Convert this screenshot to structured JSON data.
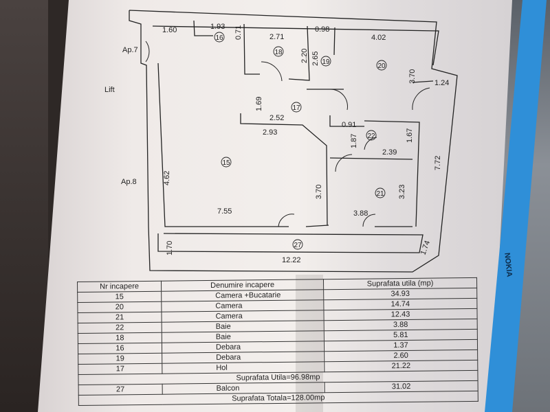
{
  "plan": {
    "external_labels": {
      "ap7": "Ap.7",
      "lift": "Lift",
      "ap8": "Ap.8"
    },
    "dimensions": [
      "1.60",
      "1.93",
      "0.71",
      "2.71",
      "2.20",
      "0.98",
      "2.65",
      "4.02",
      "3.70",
      "1.24",
      "1.69",
      "2.52",
      "2.93",
      "0.91",
      "1.87",
      "1.67",
      "2.39",
      "4.62",
      "3.70",
      "3.23",
      "7.72",
      "7.55",
      "3.88",
      "1.70",
      "12.22",
      "1.74"
    ],
    "room_numbers": [
      "16",
      "18",
      "19",
      "20",
      "17",
      "22",
      "15",
      "21",
      "27"
    ]
  },
  "table": {
    "headers": [
      "Nr incapere",
      "Denumire incapere",
      "Suprafata utila (mp)"
    ],
    "rows": [
      [
        "15",
        "Camera +Bucatarie",
        "34.93"
      ],
      [
        "20",
        "Camera",
        "14.74"
      ],
      [
        "21",
        "Camera",
        "12.43"
      ],
      [
        "22",
        "Baie",
        "3.88"
      ],
      [
        "18",
        "Baie",
        "5.81"
      ],
      [
        "16",
        "Debara",
        "1.37"
      ],
      [
        "19",
        "Debara",
        "2.60"
      ],
      [
        "17",
        "Hol",
        "21.22"
      ]
    ],
    "subtotal": "Suprafata Utila=96.98mp",
    "balcony": [
      "27",
      "Balcon",
      "31.02"
    ],
    "total": "Suprafata Totala=128.00mp"
  },
  "lanyard_text": "NOKIA"
}
